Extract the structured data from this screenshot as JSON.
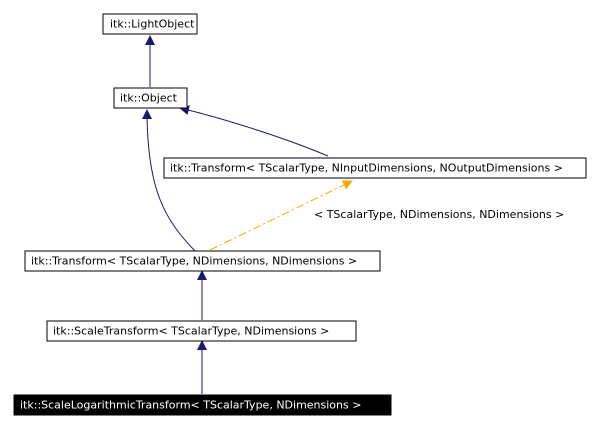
{
  "nodes": {
    "light_object": "itk::LightObject",
    "object": "itk::Object",
    "transform_generic": "itk::Transform< TScalarType, NInputDimensions, NOutputDimensions >",
    "transform_specialized": "itk::Transform< TScalarType, NDimensions, NDimensions >",
    "scale_transform": "itk::ScaleTransform< TScalarType, NDimensions >",
    "scale_log_transform": "itk::ScaleLogarithmicTransform< TScalarType, NDimensions >"
  },
  "edge_labels": {
    "template_instantiation": "< TScalarType, NDimensions, NDimensions >"
  },
  "colors": {
    "inheritance_edge": "#191970",
    "template_edge": "#FFA500",
    "current_node_fill": "#000000",
    "current_node_text": "#ffffff"
  }
}
